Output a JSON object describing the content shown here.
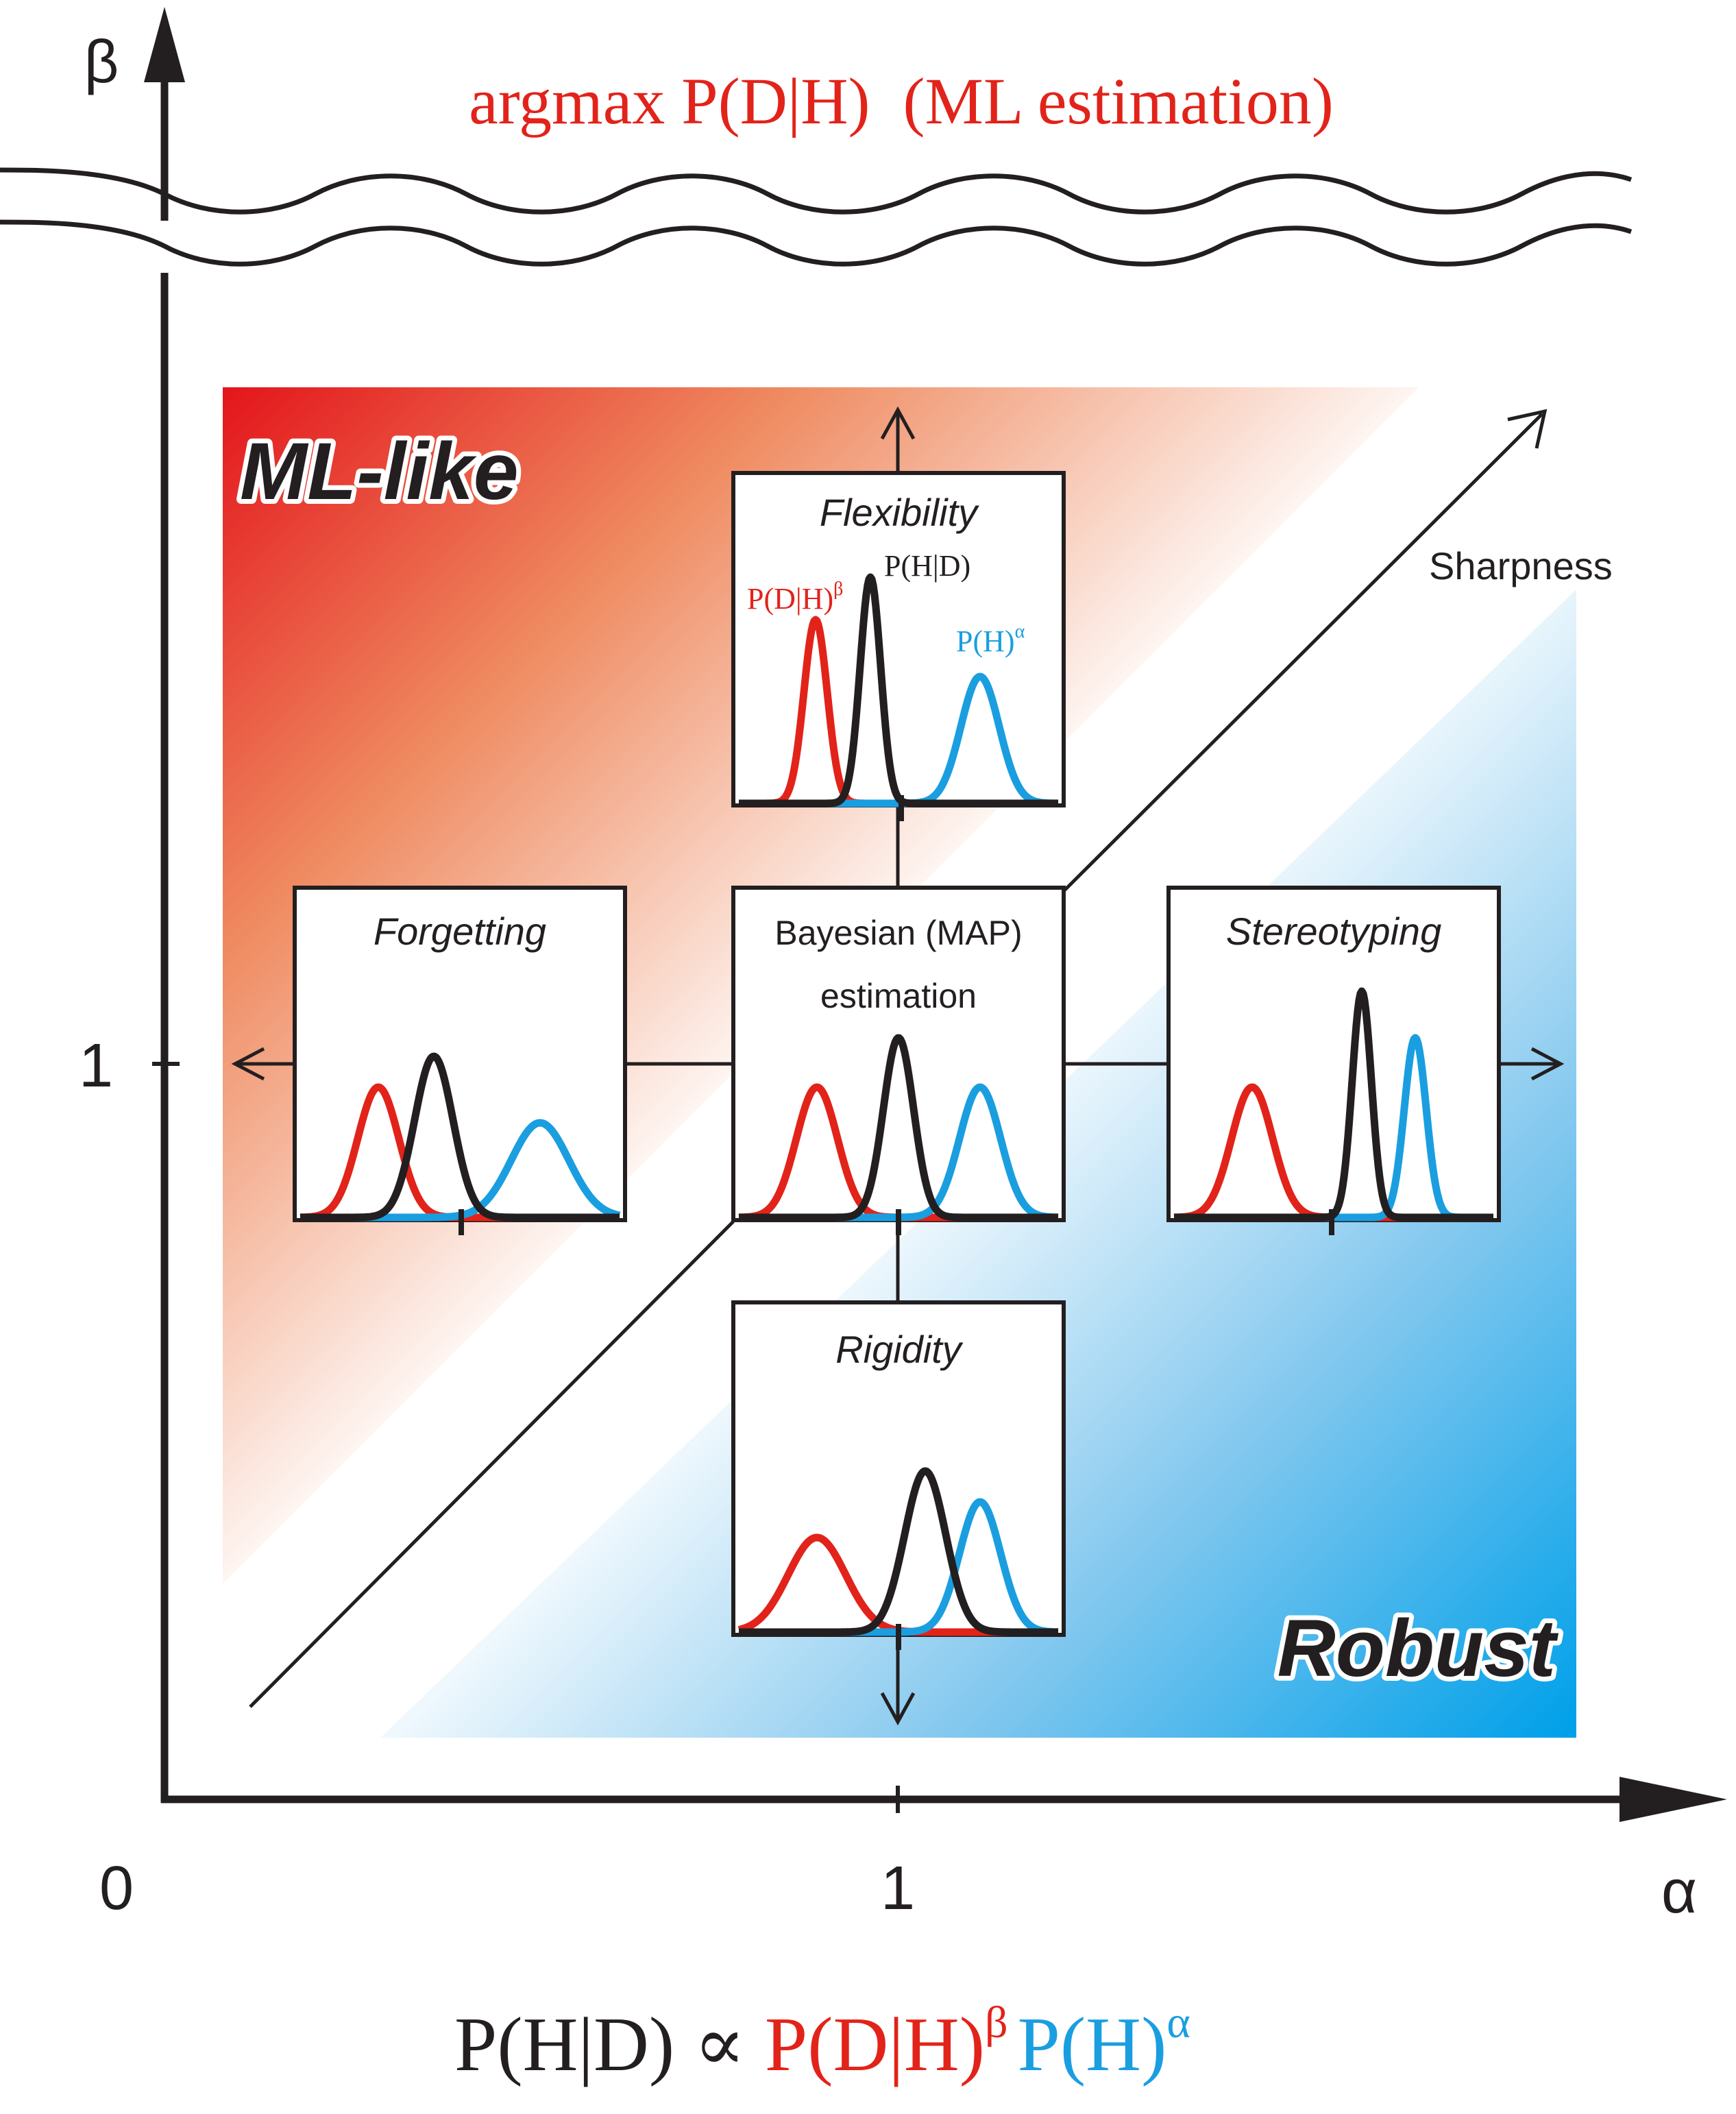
{
  "header": {
    "ml_label": "argmax P(D|H)  (ML estimation)"
  },
  "axes": {
    "y_label": "β",
    "x_label": "α",
    "origin_tick": "0",
    "x_tick_one": "1",
    "y_tick_one": "1",
    "diagonal_label": "Sharpness"
  },
  "regions": {
    "top_left": "ML-like",
    "bottom_right": "Robust"
  },
  "panels": {
    "flexibility": {
      "title": "Flexibility",
      "likelihood_label": "P(D|H)",
      "likelihood_exp": "β",
      "posterior_label": "P(H|D)",
      "prior_label": "P(H)",
      "prior_exp": "α"
    },
    "forgetting": {
      "title": "Forgetting"
    },
    "bayesian": {
      "title_line1": "Bayesian (MAP)",
      "title_line2": "estimation"
    },
    "stereotyping": {
      "title": "Stereotyping"
    },
    "rigidity": {
      "title": "Rigidity"
    }
  },
  "formula": {
    "lhs": "P(H|D) ∝ ",
    "likelihood": "P(D|H)",
    "likelihood_exp": "β",
    "prior": "P(H)",
    "prior_exp": "α"
  },
  "colors": {
    "likelihood": "#e2231a",
    "prior": "#1a9ee0",
    "posterior": "#231f20",
    "red_region": "#e3151b",
    "blue_region": "#00a0e9"
  }
}
